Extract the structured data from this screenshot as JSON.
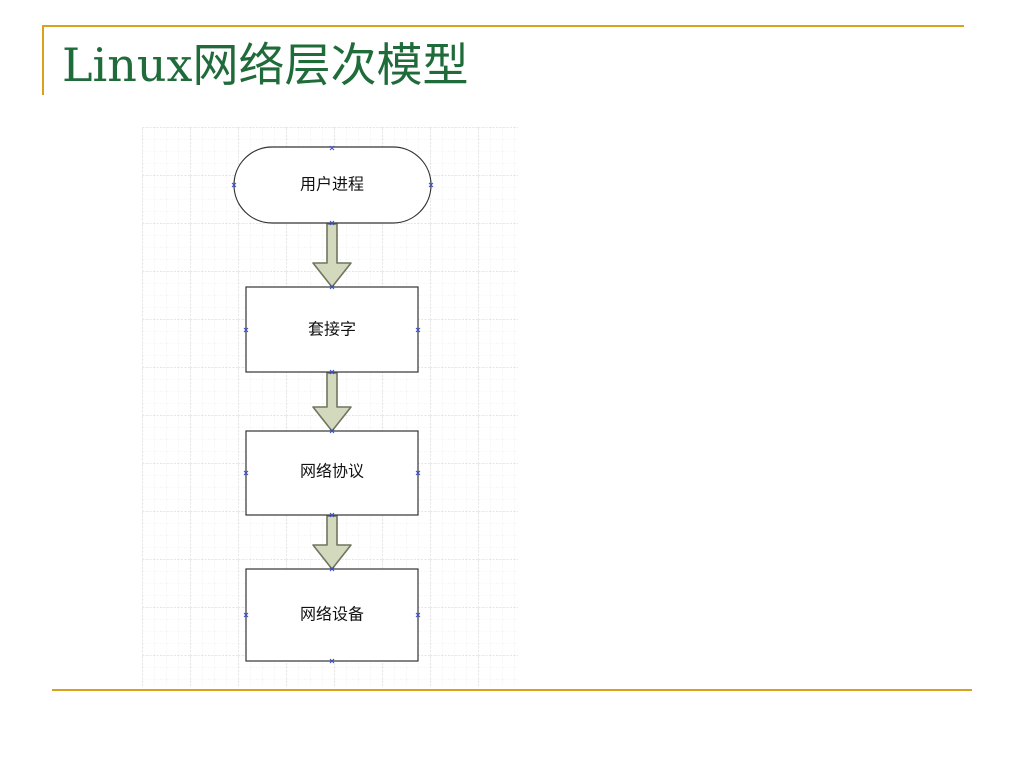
{
  "title": "Linux网络层次模型",
  "diagram": {
    "nodes": [
      {
        "label": "用户进程",
        "shape": "terminator"
      },
      {
        "label": "套接字",
        "shape": "process"
      },
      {
        "label": "网络协议",
        "shape": "process"
      },
      {
        "label": "网络设备",
        "shape": "process"
      }
    ],
    "colors": {
      "title": "#1f6b3a",
      "rule": "#d9a21c",
      "arrow_fill": "#d3d9bd",
      "arrow_stroke": "#6f7561",
      "grid": "#c8c8c8",
      "connection_point": "#3b4fd0"
    }
  }
}
